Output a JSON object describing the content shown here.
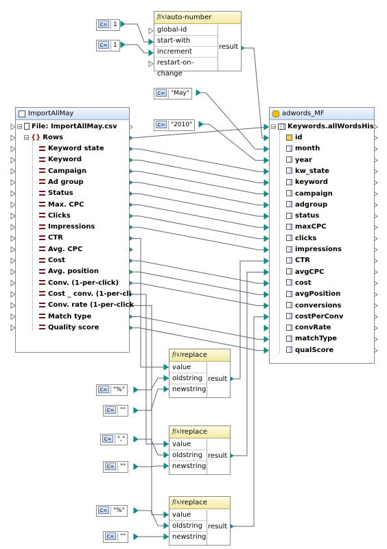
{
  "auto_number": {
    "title": "auto-number",
    "inputs": [
      "global-id",
      "start-with",
      "increment",
      "restart-on-change"
    ],
    "output": "result"
  },
  "constants": {
    "start_with": "1",
    "increment": "1",
    "month": "\"May\"",
    "year": "\"2010\"",
    "percent_1": "\"%\"",
    "empty_1": "\"\"",
    "comma": "\",\"",
    "empty_2": "\"\"",
    "percent_2": "\"%\"",
    "empty_3": "\"\""
  },
  "source": {
    "title": "ImportAllMay",
    "file": "File: ImportAllMay.csv",
    "rows": "Rows",
    "fields": [
      "Keyword state",
      "Keyword",
      "Campaign",
      "Ad group",
      "Status",
      "Max. CPC",
      "Clicks",
      "Impressions",
      "CTR",
      "Avg. CPC",
      "Cost",
      "Avg. position",
      "Conv. (1-per-click)",
      "Cost _ conv. (1-per-cli",
      "Conv. rate (1-per-click",
      "Match type",
      "Quality score"
    ]
  },
  "target": {
    "title": "adwords_MF",
    "table": "Keywords.allWordsHis",
    "fields": [
      "id",
      "month",
      "year",
      "kw_state",
      "keyword",
      "campaign",
      "adgroup",
      "status",
      "maxCPC",
      "clicks",
      "impressions",
      "CTR",
      "avgCPC",
      "cost",
      "avgPosition",
      "conversions",
      "costPerConv",
      "convRate",
      "matchType",
      "qualScore"
    ]
  },
  "replace_functions": [
    {
      "title": "replace",
      "inputs": [
        "value",
        "oldstring",
        "newstring"
      ],
      "output": "result"
    },
    {
      "title": "replace",
      "inputs": [
        "value",
        "oldstring",
        "newstring"
      ],
      "output": "result"
    },
    {
      "title": "replace",
      "inputs": [
        "value",
        "oldstring",
        "newstring"
      ],
      "output": "result"
    }
  ],
  "colors": {
    "wire": "#5a6470",
    "port": "#0e8a8a",
    "header_fn": "#f3e9a6",
    "header_comp": "#cfe0f7"
  }
}
